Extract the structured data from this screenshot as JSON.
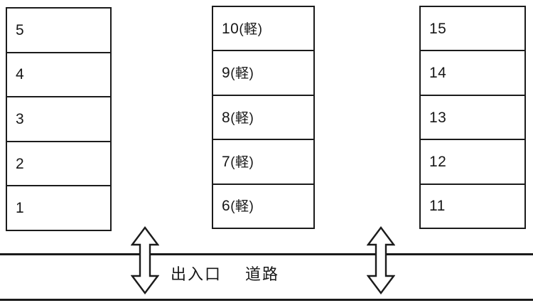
{
  "diagram": {
    "title": "parking-lot-layout",
    "stall_suffix_kei": "(軽)",
    "columns": [
      {
        "name": "left-block",
        "stalls": [
          {
            "number": "5",
            "label": "5",
            "type": "standard"
          },
          {
            "number": "4",
            "label": "4",
            "type": "standard"
          },
          {
            "number": "3",
            "label": "3",
            "type": "standard"
          },
          {
            "number": "2",
            "label": "2",
            "type": "standard"
          },
          {
            "number": "1",
            "label": "1",
            "type": "standard"
          }
        ]
      },
      {
        "name": "middle-block",
        "stalls": [
          {
            "number": "10",
            "label": "10(軽)",
            "num": "10",
            "kei": "(軽)",
            "type": "kei"
          },
          {
            "number": "9",
            "label": "9(軽)",
            "num": "9",
            "kei": "(軽)",
            "type": "kei"
          },
          {
            "number": "8",
            "label": "8(軽)",
            "num": "8",
            "kei": "(軽)",
            "type": "kei"
          },
          {
            "number": "7",
            "label": "7(軽)",
            "num": "7",
            "kei": "(軽)",
            "type": "kei"
          },
          {
            "number": "6",
            "label": "6(軽)",
            "num": "6",
            "kei": "(軽)",
            "type": "kei"
          }
        ]
      },
      {
        "name": "right-block",
        "stalls": [
          {
            "number": "15",
            "label": "15",
            "type": "standard"
          },
          {
            "number": "14",
            "label": "14",
            "type": "standard"
          },
          {
            "number": "13",
            "label": "13",
            "type": "standard"
          },
          {
            "number": "12",
            "label": "12",
            "type": "standard"
          },
          {
            "number": "11",
            "label": "11",
            "type": "standard"
          }
        ]
      }
    ],
    "road": {
      "entrance_label": "出入口",
      "road_label": "道路"
    },
    "arrows": [
      {
        "name": "left-access-arrow",
        "direction": "vertical-double"
      },
      {
        "name": "right-access-arrow",
        "direction": "vertical-double"
      }
    ],
    "colors": {
      "stroke": "#1b1b1b",
      "text": "#171717",
      "background": "#ffffff"
    }
  }
}
